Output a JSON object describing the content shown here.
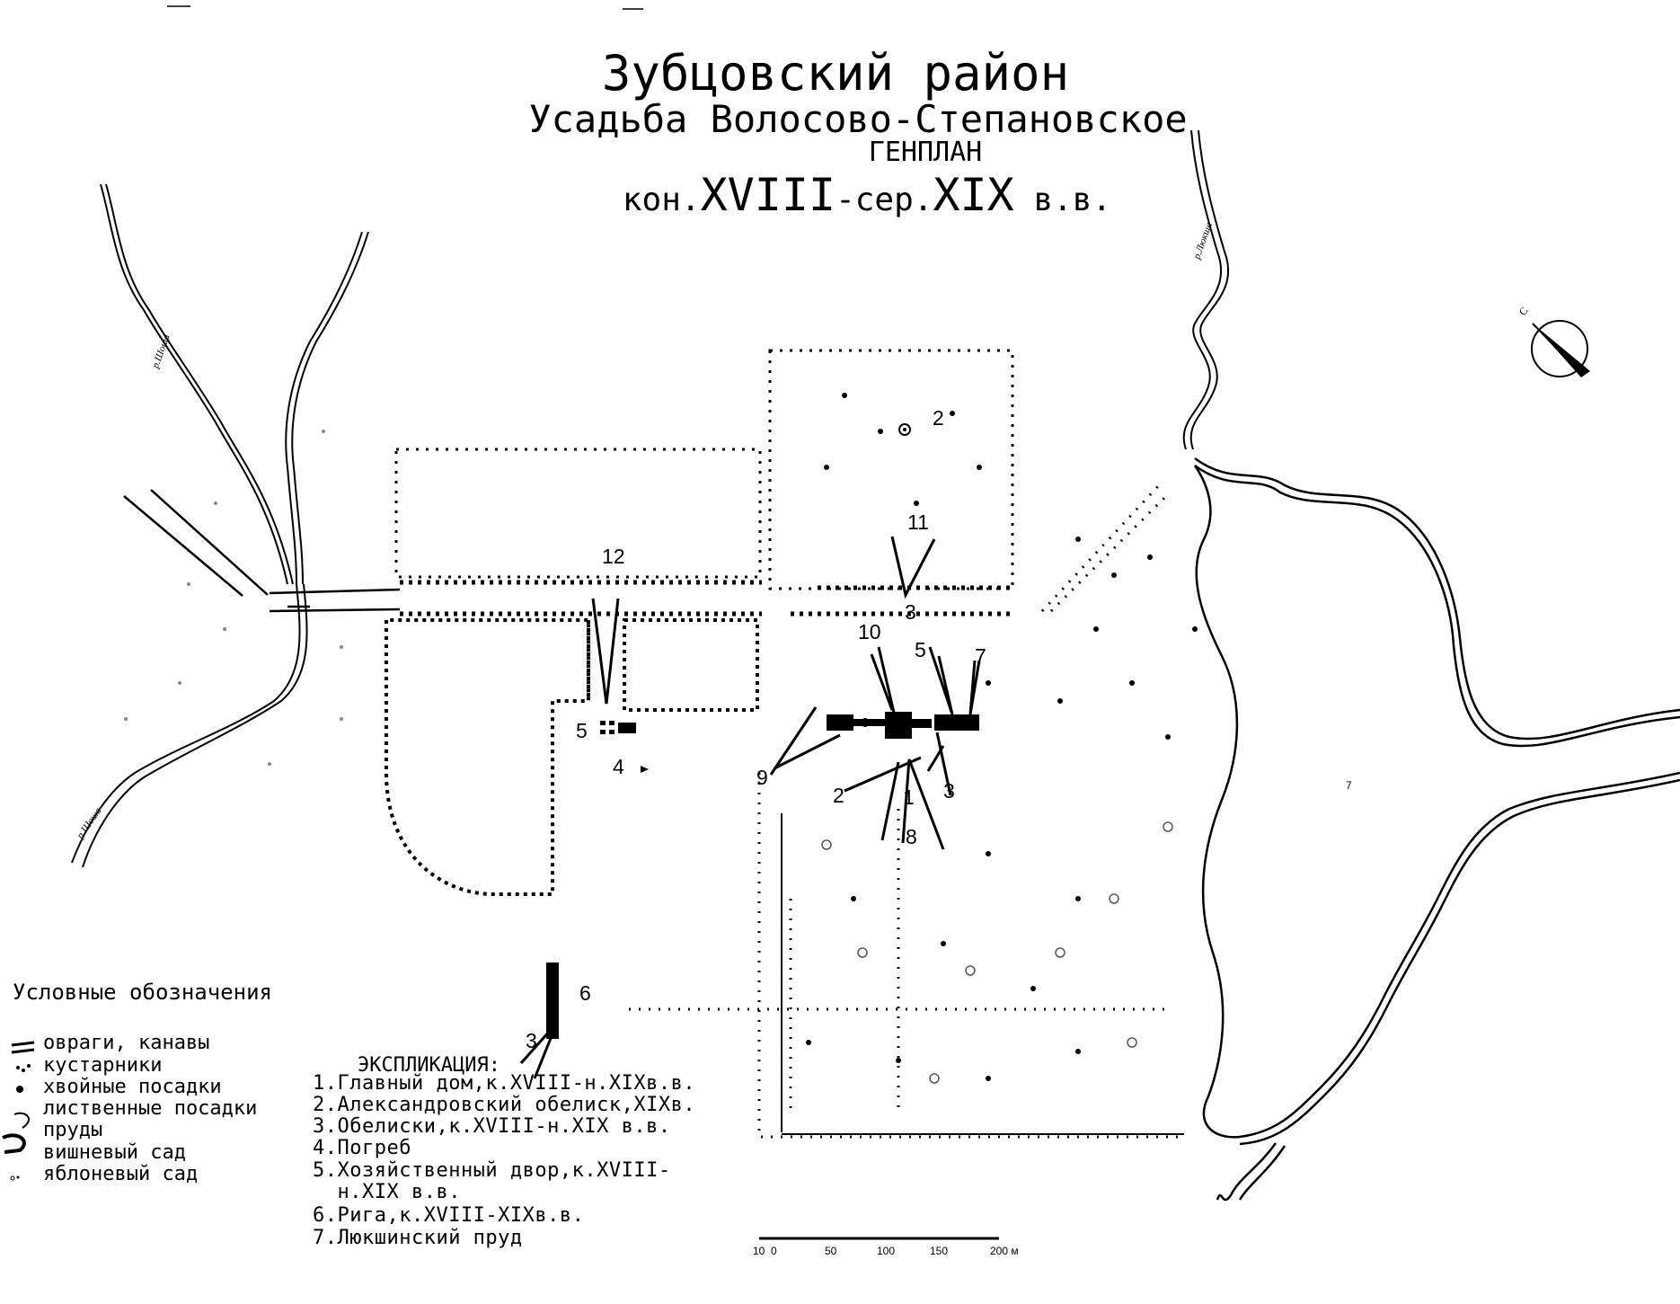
{
  "title": {
    "district": "Зубцовский район",
    "estate": "Усадьба Волосово-Степановское",
    "plan": "ГЕНПЛАН",
    "period_prefix": "кон.",
    "period_c1": "XVIII",
    "period_mid": "-сер.",
    "period_c2": "XIX",
    "period_suffix": " в.в."
  },
  "legend": {
    "title": "Условные обозначения",
    "items": [
      "овраги, канавы",
      "кустарники",
      "хвойные посадки",
      "лиственные посадки",
      "пруды",
      "вишневый сад",
      "яблоневый сад"
    ]
  },
  "explication": {
    "title": "ЭКСПЛИКАЦИЯ:",
    "items": [
      "1.Главный дом,к.XVIII-н.XIXв.в.",
      "2.Александровский обелиск,XIXв.",
      "3.Обелиски,к.XVIII-н.XIX в.в.",
      "4.Погреб",
      "5.Хозяйственный двор,к.XVIII-",
      "  н.XIX в.в.",
      "6.Рига,к.XVIII-XIXв.в.",
      "7.Люкшинский пруд"
    ]
  },
  "map_labels": [
    "1",
    "2",
    "3",
    "4",
    "5",
    "6",
    "7",
    "8",
    "9",
    "10",
    "11",
    "12"
  ],
  "rivers": {
    "shosha_upper": "р.Шоша",
    "shosha_lower": "р.Шоша",
    "lyuksha": "р.Люкша"
  },
  "compass_letter": "С",
  "scale": {
    "ticks": [
      "10",
      "0",
      "50",
      "100",
      "150",
      "200 м"
    ]
  }
}
